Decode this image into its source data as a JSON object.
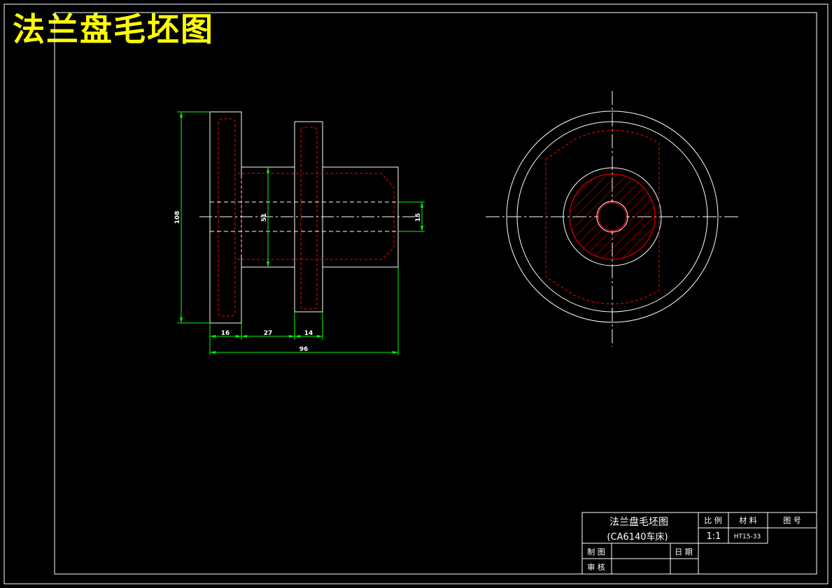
{
  "drawing": {
    "title": "法兰盘毛坯图",
    "dimensions": {
      "overall_height": "108",
      "hub_diameter": "51",
      "bore_diameter": "15",
      "flange_width": "16",
      "neck_length": "27",
      "second_flange_width": "14",
      "overall_length": "96"
    }
  },
  "title_block": {
    "part_name": "法兰盘毛坯图",
    "part_subtitle": "(CA6140车床)",
    "scale_label": "比 例",
    "scale_value": "1:1",
    "material_label": "材 料",
    "material_value": "HT15-33",
    "drawing_no_label": "图 号",
    "drawn_by_label": "制 图",
    "checked_by_label": "审 核",
    "date_label": "日 期"
  },
  "colors": {
    "background": "#000000",
    "outline": "#ffffff",
    "hidden_line": "#ff0000",
    "dimension": "#00ff00",
    "title": "#ffff00"
  }
}
